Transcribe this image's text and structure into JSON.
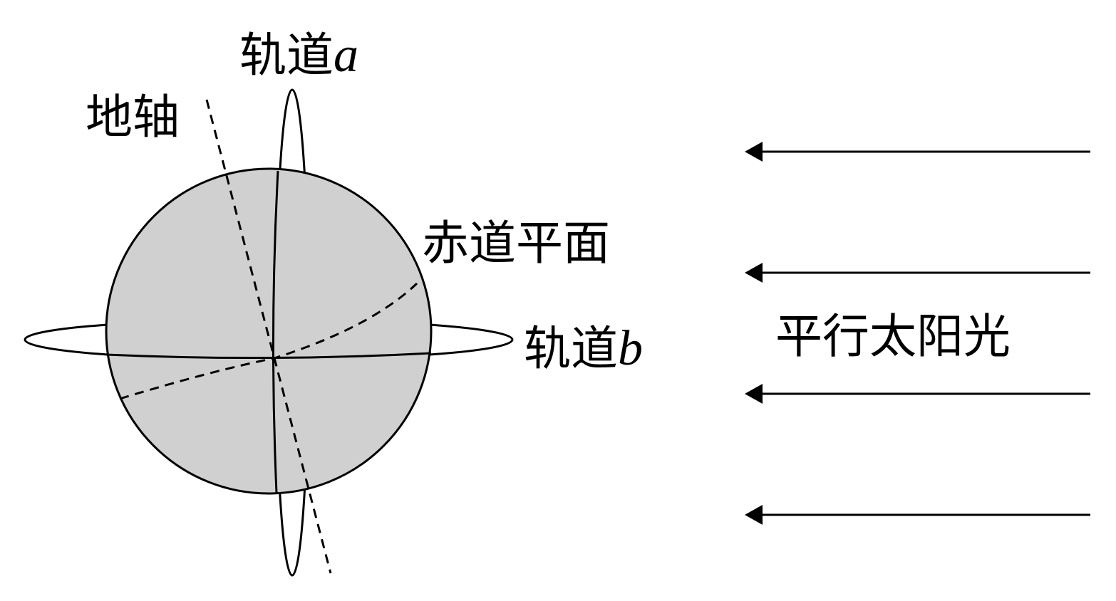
{
  "labels": {
    "orbit_a": {
      "text": "轨道",
      "var": "a"
    },
    "orbit_b": {
      "text": "轨道",
      "var": "b"
    },
    "earth_axis": "地轴",
    "equatorial_plane": "赤道平面",
    "sunlight": "平行太阳光"
  },
  "colors": {
    "stroke": "#000000",
    "earth_fill": "#d0d0d0",
    "background": "#ffffff"
  },
  "sunlight_rays": {
    "count": 4,
    "direction": "left"
  }
}
